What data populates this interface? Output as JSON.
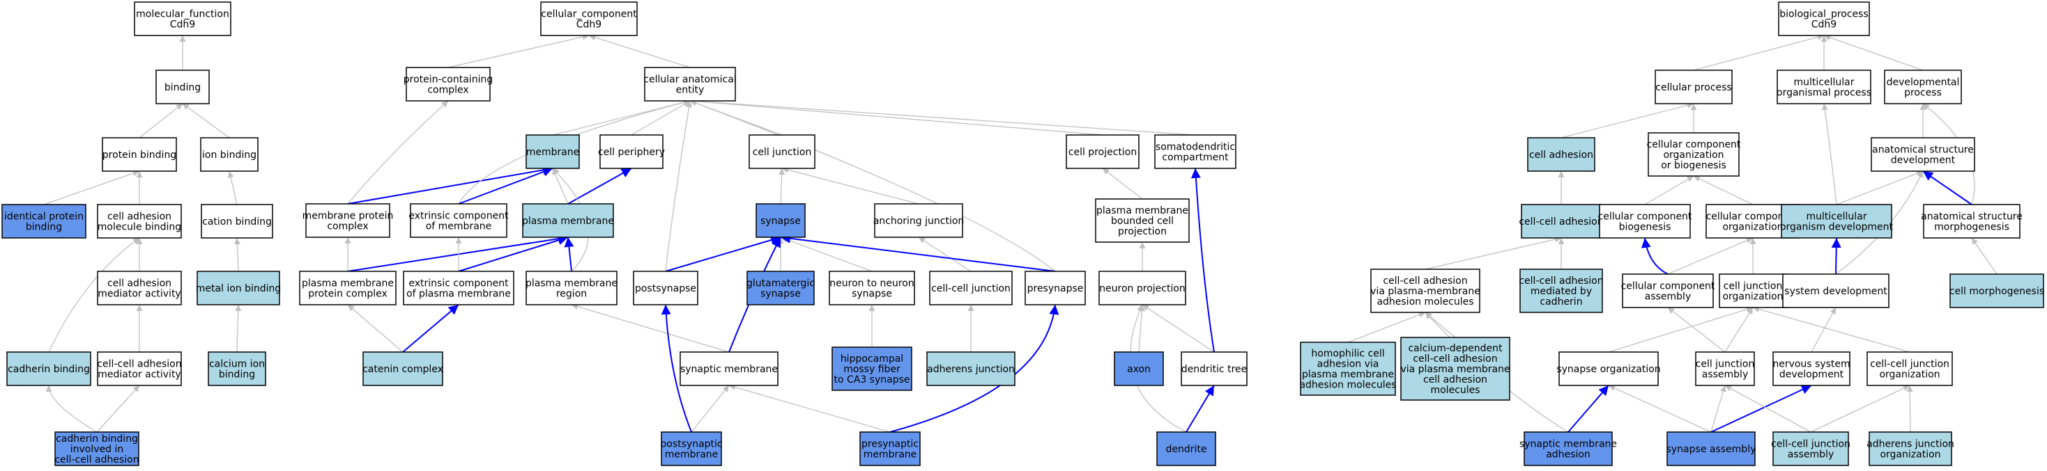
{
  "colors": {
    "plain": "#ffffff",
    "annotated": "#add8e6",
    "direct": "#6495ed",
    "edge_default": "#c0c0c0",
    "edge_highlight": "#0000ff"
  },
  "nodes": [
    {
      "id": "mf",
      "lines": [
        "molecular_function",
        "Cdh9"
      ],
      "fill": "plain"
    },
    {
      "id": "cc",
      "lines": [
        "cellular_component",
        "Cdh9"
      ],
      "fill": "plain"
    },
    {
      "id": "bp",
      "lines": [
        "biological_process",
        "Cdh9"
      ],
      "fill": "plain"
    },
    {
      "id": "binding",
      "lines": [
        "binding"
      ],
      "fill": "plain"
    },
    {
      "id": "protein_binding",
      "lines": [
        "protein binding"
      ],
      "fill": "plain"
    },
    {
      "id": "ion_binding",
      "lines": [
        "ion binding"
      ],
      "fill": "plain"
    },
    {
      "id": "identical_protein_binding",
      "lines": [
        "identical protein",
        "binding"
      ],
      "fill": "direct"
    },
    {
      "id": "cam_binding",
      "lines": [
        "cell adhesion",
        "molecule binding"
      ],
      "fill": "plain"
    },
    {
      "id": "cation_binding",
      "lines": [
        "cation binding"
      ],
      "fill": "plain"
    },
    {
      "id": "cam_activity1",
      "lines": [
        "cell adhesion",
        "mediator activity"
      ],
      "fill": "plain"
    },
    {
      "id": "metal_ion_binding",
      "lines": [
        "metal ion binding"
      ],
      "fill": "annotated"
    },
    {
      "id": "cadherin_binding",
      "lines": [
        "cadherin binding"
      ],
      "fill": "annotated"
    },
    {
      "id": "cc_adh_mediator",
      "lines": [
        "cell-cell adhesion",
        "mediator activity"
      ],
      "fill": "plain"
    },
    {
      "id": "calcium_ion_binding",
      "lines": [
        "calcium ion",
        "binding"
      ],
      "fill": "annotated"
    },
    {
      "id": "cadherin_cc_adh",
      "lines": [
        "cadherin binding",
        "involved in",
        "cell-cell adhesion"
      ],
      "fill": "direct"
    },
    {
      "id": "pcc",
      "lines": [
        "protein-containing",
        "complex"
      ],
      "fill": "plain"
    },
    {
      "id": "cae",
      "lines": [
        "cellular anatomical",
        "entity"
      ],
      "fill": "plain"
    },
    {
      "id": "membrane",
      "lines": [
        "membrane"
      ],
      "fill": "annotated"
    },
    {
      "id": "cell_periphery",
      "lines": [
        "cell periphery"
      ],
      "fill": "plain"
    },
    {
      "id": "cell_junction",
      "lines": [
        "cell junction"
      ],
      "fill": "plain"
    },
    {
      "id": "cell_projection",
      "lines": [
        "cell projection"
      ],
      "fill": "plain"
    },
    {
      "id": "somatodendritic",
      "lines": [
        "somatodendritic",
        "compartment"
      ],
      "fill": "plain"
    },
    {
      "id": "mpc",
      "lines": [
        "membrane protein",
        "complex"
      ],
      "fill": "plain"
    },
    {
      "id": "ecm",
      "lines": [
        "extrinsic component",
        "of membrane"
      ],
      "fill": "plain"
    },
    {
      "id": "plasma_membrane",
      "lines": [
        "plasma membrane"
      ],
      "fill": "annotated"
    },
    {
      "id": "synapse",
      "lines": [
        "synapse"
      ],
      "fill": "direct"
    },
    {
      "id": "anchoring_junction",
      "lines": [
        "anchoring junction"
      ],
      "fill": "plain"
    },
    {
      "id": "pm_bounded",
      "lines": [
        "plasma membrane",
        "bounded cell",
        "projection"
      ],
      "fill": "plain"
    },
    {
      "id": "pmpc",
      "lines": [
        "plasma membrane",
        "protein complex"
      ],
      "fill": "plain"
    },
    {
      "id": "ecpm",
      "lines": [
        "extrinsic component",
        "of plasma membrane"
      ],
      "fill": "plain"
    },
    {
      "id": "pm_region",
      "lines": [
        "plasma membrane",
        "region"
      ],
      "fill": "plain"
    },
    {
      "id": "postsynapse",
      "lines": [
        "postsynapse"
      ],
      "fill": "plain"
    },
    {
      "id": "glutamatergic",
      "lines": [
        "glutamatergic",
        "synapse"
      ],
      "fill": "direct"
    },
    {
      "id": "n2n_synapse",
      "lines": [
        "neuron to neuron",
        "synapse"
      ],
      "fill": "plain"
    },
    {
      "id": "cc_junction",
      "lines": [
        "cell-cell junction"
      ],
      "fill": "plain"
    },
    {
      "id": "presynapse",
      "lines": [
        "presynapse"
      ],
      "fill": "plain"
    },
    {
      "id": "neuron_projection",
      "lines": [
        "neuron projection"
      ],
      "fill": "plain"
    },
    {
      "id": "catenin_complex",
      "lines": [
        "catenin complex"
      ],
      "fill": "annotated"
    },
    {
      "id": "synaptic_membrane",
      "lines": [
        "synaptic membrane"
      ],
      "fill": "plain"
    },
    {
      "id": "hippocampal",
      "lines": [
        "hippocampal",
        "mossy fiber",
        "to CA3 synapse"
      ],
      "fill": "direct"
    },
    {
      "id": "adherens_junction",
      "lines": [
        "adherens junction"
      ],
      "fill": "annotated"
    },
    {
      "id": "axon",
      "lines": [
        "axon"
      ],
      "fill": "direct"
    },
    {
      "id": "dendritic_tree",
      "lines": [
        "dendritic tree"
      ],
      "fill": "plain"
    },
    {
      "id": "postsynaptic_membrane",
      "lines": [
        "postsynaptic",
        "membrane"
      ],
      "fill": "direct"
    },
    {
      "id": "presynaptic_membrane",
      "lines": [
        "presynaptic",
        "membrane"
      ],
      "fill": "direct"
    },
    {
      "id": "dendrite",
      "lines": [
        "dendrite"
      ],
      "fill": "direct"
    },
    {
      "id": "cellular_process",
      "lines": [
        "cellular process"
      ],
      "fill": "plain"
    },
    {
      "id": "multicellular_process",
      "lines": [
        "multicellular",
        "organismal process"
      ],
      "fill": "plain"
    },
    {
      "id": "developmental_process",
      "lines": [
        "developmental",
        "process"
      ],
      "fill": "plain"
    },
    {
      "id": "cell_adhesion",
      "lines": [
        "cell adhesion"
      ],
      "fill": "annotated"
    },
    {
      "id": "ccob",
      "lines": [
        "cellular component",
        "organization",
        "or biogenesis"
      ],
      "fill": "plain"
    },
    {
      "id": "asd",
      "lines": [
        "anatomical structure",
        "development"
      ],
      "fill": "plain"
    },
    {
      "id": "cc_adhesion",
      "lines": [
        "cell-cell adhesion"
      ],
      "fill": "annotated"
    },
    {
      "id": "cc_biogenesis",
      "lines": [
        "cellular component",
        "biogenesis"
      ],
      "fill": "plain"
    },
    {
      "id": "cc_organization",
      "lines": [
        "cellular component",
        "organization"
      ],
      "fill": "plain"
    },
    {
      "id": "mod",
      "lines": [
        "multicellular",
        "organism development"
      ],
      "fill": "annotated"
    },
    {
      "id": "asm",
      "lines": [
        "anatomical structure",
        "morphogenesis"
      ],
      "fill": "plain"
    },
    {
      "id": "cca_pm",
      "lines": [
        "cell-cell adhesion",
        "via plasma-membrane",
        "adhesion molecules"
      ],
      "fill": "plain"
    },
    {
      "id": "cca_cadherin",
      "lines": [
        "cell-cell adhesion",
        "mediated by",
        "cadherin"
      ],
      "fill": "annotated"
    },
    {
      "id": "cc_assembly",
      "lines": [
        "cellular component",
        "assembly"
      ],
      "fill": "plain"
    },
    {
      "id": "cj_organization",
      "lines": [
        "cell junction",
        "organization"
      ],
      "fill": "plain"
    },
    {
      "id": "system_development",
      "lines": [
        "system development"
      ],
      "fill": "plain"
    },
    {
      "id": "cell_morphogenesis",
      "lines": [
        "cell morphogenesis"
      ],
      "fill": "annotated"
    },
    {
      "id": "homophilic",
      "lines": [
        "homophilic cell",
        "adhesion via",
        "plasma membrane",
        "adhesion molecules"
      ],
      "fill": "annotated"
    },
    {
      "id": "calcium_dependent",
      "lines": [
        "calcium-dependent",
        "cell-cell adhesion",
        "via plasma membrane",
        "cell adhesion",
        "molecules"
      ],
      "fill": "annotated"
    },
    {
      "id": "synapse_organization",
      "lines": [
        "synapse organization"
      ],
      "fill": "plain"
    },
    {
      "id": "cj_assembly",
      "lines": [
        "cell junction",
        "assembly"
      ],
      "fill": "plain"
    },
    {
      "id": "nsd",
      "lines": [
        "nervous system",
        "development"
      ],
      "fill": "plain"
    },
    {
      "id": "ccj_organization",
      "lines": [
        "cell-cell junction",
        "organization"
      ],
      "fill": "plain"
    },
    {
      "id": "synaptic_membrane_adhesion",
      "lines": [
        "synaptic membrane",
        "adhesion"
      ],
      "fill": "direct"
    },
    {
      "id": "synapse_assembly",
      "lines": [
        "synapse assembly"
      ],
      "fill": "direct"
    },
    {
      "id": "ccj_assembly",
      "lines": [
        "cell-cell junction",
        "assembly"
      ],
      "fill": "annotated"
    },
    {
      "id": "adherens_junction_org",
      "lines": [
        "adherens junction",
        "organization"
      ],
      "fill": "annotated"
    }
  ],
  "edges": [
    {
      "from": "binding",
      "to": "mf",
      "style": "default"
    },
    {
      "from": "protein_binding",
      "to": "binding",
      "style": "default"
    },
    {
      "from": "ion_binding",
      "to": "binding",
      "style": "default"
    },
    {
      "from": "identical_protein_binding",
      "to": "protein_binding",
      "style": "default"
    },
    {
      "from": "cam_binding",
      "to": "protein_binding",
      "style": "default"
    },
    {
      "from": "cation_binding",
      "to": "ion_binding",
      "style": "default"
    },
    {
      "from": "cam_activity1",
      "to": "cam_binding",
      "style": "default"
    },
    {
      "from": "metal_ion_binding",
      "to": "cation_binding",
      "style": "default"
    },
    {
      "from": "cadherin_binding",
      "to": "cam_binding",
      "style": "default"
    },
    {
      "from": "cc_adh_mediator",
      "to": "cam_activity1",
      "style": "default"
    },
    {
      "from": "calcium_ion_binding",
      "to": "metal_ion_binding",
      "style": "default"
    },
    {
      "from": "cadherin_cc_adh",
      "to": "cadherin_binding",
      "style": "default"
    },
    {
      "from": "cadherin_cc_adh",
      "to": "cc_adh_mediator",
      "style": "default"
    },
    {
      "from": "pcc",
      "to": "cc",
      "style": "default"
    },
    {
      "from": "cae",
      "to": "cc",
      "style": "default"
    },
    {
      "from": "membrane",
      "to": "cae",
      "style": "default"
    },
    {
      "from": "cell_periphery",
      "to": "cae",
      "style": "default"
    },
    {
      "from": "cell_junction",
      "to": "cae",
      "style": "default"
    },
    {
      "from": "cell_projection",
      "to": "cae",
      "style": "default"
    },
    {
      "from": "somatodendritic",
      "to": "cae",
      "style": "default"
    },
    {
      "from": "mpc",
      "to": "pcc",
      "style": "default"
    },
    {
      "from": "mpc",
      "to": "membrane",
      "style": "highlight"
    },
    {
      "from": "ecm",
      "to": "cae",
      "style": "default"
    },
    {
      "from": "ecm",
      "to": "membrane",
      "style": "highlight"
    },
    {
      "from": "plasma_membrane",
      "to": "membrane",
      "style": "default"
    },
    {
      "from": "plasma_membrane",
      "to": "cell_periphery",
      "style": "highlight"
    },
    {
      "from": "synapse",
      "to": "cell_junction",
      "style": "default"
    },
    {
      "from": "anchoring_junction",
      "to": "cell_junction",
      "style": "default"
    },
    {
      "from": "pm_bounded",
      "to": "cell_projection",
      "style": "default"
    },
    {
      "from": "pmpc",
      "to": "mpc",
      "style": "default"
    },
    {
      "from": "pmpc",
      "to": "plasma_membrane",
      "style": "highlight"
    },
    {
      "from": "ecpm",
      "to": "ecm",
      "style": "default"
    },
    {
      "from": "ecpm",
      "to": "plasma_membrane",
      "style": "highlight"
    },
    {
      "from": "pm_region",
      "to": "plasma_membrane",
      "style": "highlight"
    },
    {
      "from": "pm_region",
      "to": "membrane",
      "style": "default"
    },
    {
      "from": "postsynapse",
      "to": "cae",
      "style": "default"
    },
    {
      "from": "postsynapse",
      "to": "synapse",
      "style": "highlight"
    },
    {
      "from": "glutamatergic",
      "to": "synapse",
      "style": "default"
    },
    {
      "from": "n2n_synapse",
      "to": "synapse",
      "style": "default"
    },
    {
      "from": "cc_junction",
      "to": "anchoring_junction",
      "style": "default"
    },
    {
      "from": "presynapse",
      "to": "cae",
      "style": "default"
    },
    {
      "from": "presynapse",
      "to": "synapse",
      "style": "highlight"
    },
    {
      "from": "neuron_projection",
      "to": "pm_bounded",
      "style": "default"
    },
    {
      "from": "catenin_complex",
      "to": "pmpc",
      "style": "default"
    },
    {
      "from": "catenin_complex",
      "to": "ecpm",
      "style": "highlight"
    },
    {
      "from": "synaptic_membrane",
      "to": "pm_region",
      "style": "default"
    },
    {
      "from": "synaptic_membrane",
      "to": "synapse",
      "style": "highlight"
    },
    {
      "from": "hippocampal",
      "to": "n2n_synapse",
      "style": "default"
    },
    {
      "from": "adherens_junction",
      "to": "cc_junction",
      "style": "default"
    },
    {
      "from": "axon",
      "to": "neuron_projection",
      "style": "default"
    },
    {
      "from": "dendritic_tree",
      "to": "neuron_projection",
      "style": "default"
    },
    {
      "from": "dendritic_tree",
      "to": "somatodendritic",
      "style": "highlight"
    },
    {
      "from": "postsynaptic_membrane",
      "to": "synaptic_membrane",
      "style": "default"
    },
    {
      "from": "postsynaptic_membrane",
      "to": "postsynapse",
      "style": "highlight"
    },
    {
      "from": "presynaptic_membrane",
      "to": "synaptic_membrane",
      "style": "default"
    },
    {
      "from": "presynaptic_membrane",
      "to": "presynapse",
      "style": "highlight"
    },
    {
      "from": "dendrite",
      "to": "neuron_projection",
      "style": "default"
    },
    {
      "from": "dendrite",
      "to": "dendritic_tree",
      "style": "highlight"
    },
    {
      "from": "cellular_process",
      "to": "bp",
      "style": "default"
    },
    {
      "from": "multicellular_process",
      "to": "bp",
      "style": "default"
    },
    {
      "from": "developmental_process",
      "to": "bp",
      "style": "default"
    },
    {
      "from": "cell_adhesion",
      "to": "cellular_process",
      "style": "default"
    },
    {
      "from": "ccob",
      "to": "cellular_process",
      "style": "default"
    },
    {
      "from": "asd",
      "to": "developmental_process",
      "style": "default"
    },
    {
      "from": "cc_adhesion",
      "to": "cell_adhesion",
      "style": "default"
    },
    {
      "from": "cc_biogenesis",
      "to": "ccob",
      "style": "default"
    },
    {
      "from": "cc_organization",
      "to": "ccob",
      "style": "default"
    },
    {
      "from": "mod",
      "to": "multicellular_process",
      "style": "default"
    },
    {
      "from": "mod",
      "to": "asd",
      "style": "default"
    },
    {
      "from": "asm",
      "to": "asd",
      "style": "highlight"
    },
    {
      "from": "asm",
      "to": "developmental_process",
      "style": "default"
    },
    {
      "from": "cca_pm",
      "to": "cc_adhesion",
      "style": "default"
    },
    {
      "from": "cca_cadherin",
      "to": "cc_adhesion",
      "style": "default"
    },
    {
      "from": "cc_assembly",
      "to": "cc_biogenesis",
      "style": "highlight"
    },
    {
      "from": "cc_assembly",
      "to": "cc_organization",
      "style": "default"
    },
    {
      "from": "cj_organization",
      "to": "cc_organization",
      "style": "default"
    },
    {
      "from": "system_development",
      "to": "mod",
      "style": "highlight"
    },
    {
      "from": "system_development",
      "to": "asd",
      "style": "default"
    },
    {
      "from": "cell_morphogenesis",
      "to": "asm",
      "style": "default"
    },
    {
      "from": "homophilic",
      "to": "cca_pm",
      "style": "default"
    },
    {
      "from": "calcium_dependent",
      "to": "cca_pm",
      "style": "default"
    },
    {
      "from": "synapse_organization",
      "to": "cj_organization",
      "style": "default"
    },
    {
      "from": "cj_assembly",
      "to": "cc_assembly",
      "style": "default"
    },
    {
      "from": "cj_assembly",
      "to": "cj_organization",
      "style": "default"
    },
    {
      "from": "nsd",
      "to": "system_development",
      "style": "default"
    },
    {
      "from": "ccj_organization",
      "to": "cj_organization",
      "style": "default"
    },
    {
      "from": "synaptic_membrane_adhesion",
      "to": "cca_pm",
      "style": "default"
    },
    {
      "from": "synaptic_membrane_adhesion",
      "to": "synapse_organization",
      "style": "highlight"
    },
    {
      "from": "synapse_assembly",
      "to": "synapse_organization",
      "style": "default"
    },
    {
      "from": "synapse_assembly",
      "to": "cj_assembly",
      "style": "default"
    },
    {
      "from": "synapse_assembly",
      "to": "nsd",
      "style": "highlight"
    },
    {
      "from": "ccj_assembly",
      "to": "cj_assembly",
      "style": "default"
    },
    {
      "from": "ccj_assembly",
      "to": "ccj_organization",
      "style": "default"
    },
    {
      "from": "adherens_junction_org",
      "to": "ccj_organization",
      "style": "default"
    }
  ]
}
